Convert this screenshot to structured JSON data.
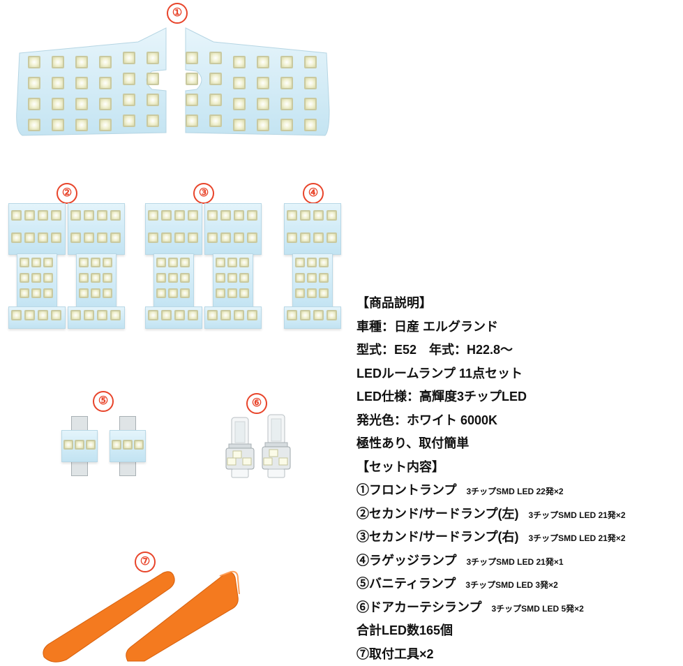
{
  "badges": [
    "①",
    "②",
    "③",
    "④",
    "⑤",
    "⑥",
    "⑦"
  ],
  "info": {
    "heading": "【商品説明】",
    "car": "車種：日産 エルグランド",
    "model": "型式：E52　年式：H22.8～",
    "set": "LEDルームランプ 11点セット",
    "spec": "LED仕様：高輝度3チップLED",
    "color": "発光色：ホワイト 6000K",
    "polarity": "極性あり、取付簡単",
    "contents_heading": "【セット内容】",
    "items": [
      {
        "name": "①フロントランプ",
        "detail": "3チップSMD LED 22発×2"
      },
      {
        "name": "②セカンド/サードランプ(左)",
        "detail": "3チップSMD LED 21発×2"
      },
      {
        "name": "③セカンド/サードランプ(右)",
        "detail": "3チップSMD LED 21発×2"
      },
      {
        "name": "④ラゲッジランプ",
        "detail": "3チップSMD LED 21発×1"
      },
      {
        "name": "⑤バニティランプ",
        "detail": "3チップSMD LED 3発×2"
      },
      {
        "name": "⑥ドアカーテシランプ",
        "detail": "3チップSMD LED 5発×2"
      }
    ],
    "total": "合計LED数165個",
    "tool": "⑦取付工具×2"
  },
  "colors": {
    "badge": "#e8442a",
    "tool": "#f47a1f",
    "board": "#cfeaf6"
  }
}
